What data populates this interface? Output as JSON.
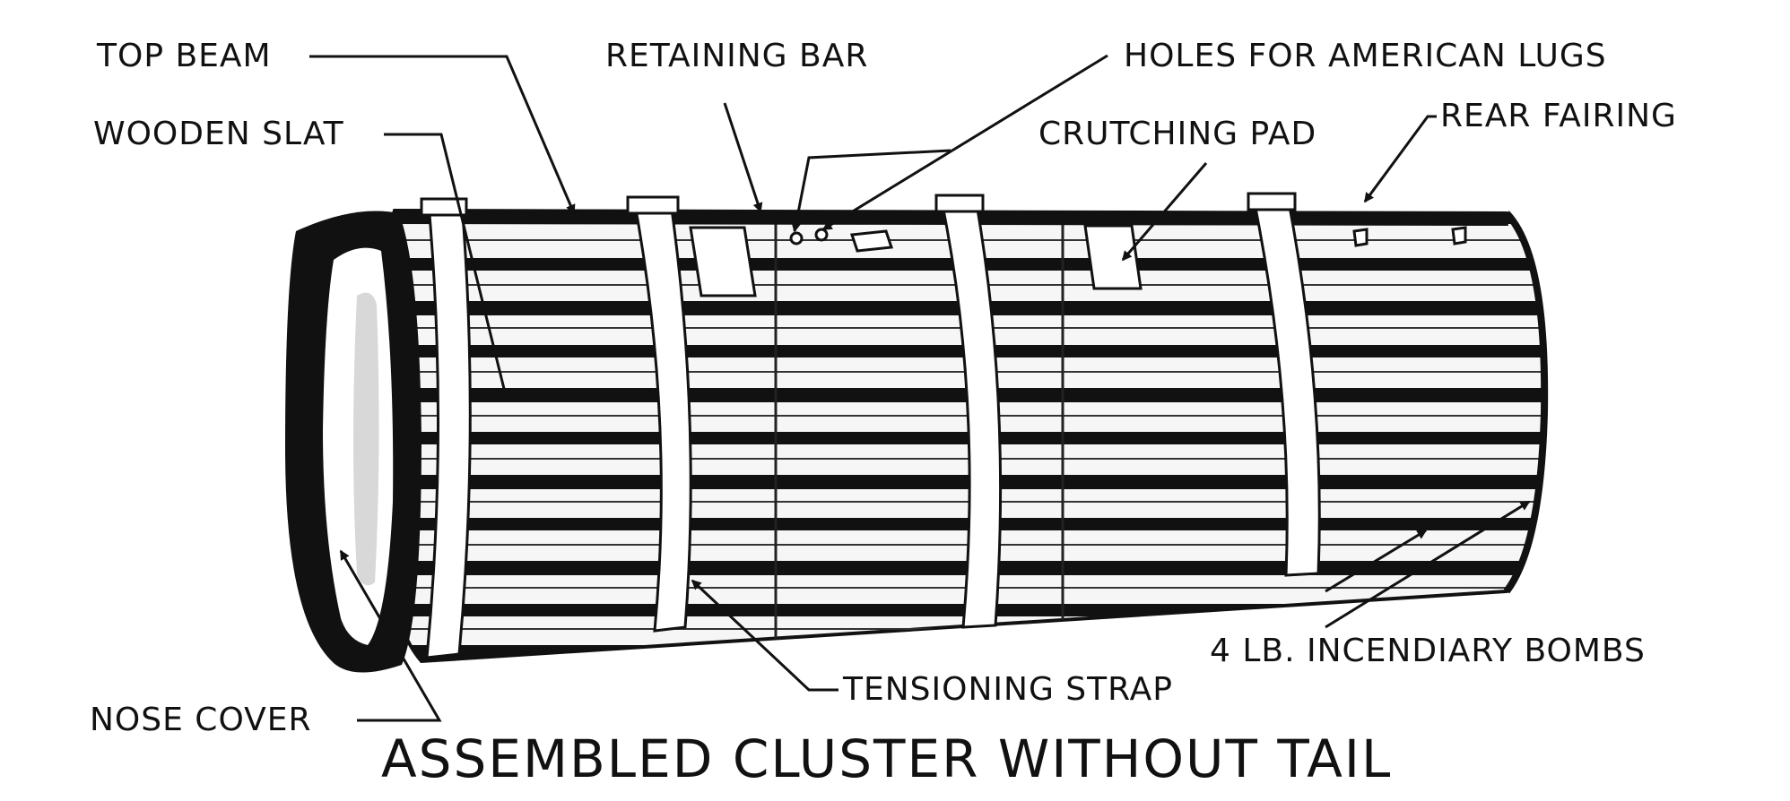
{
  "labels": {
    "top_beam": "TOP BEAM",
    "retaining_bar": "RETAINING BAR",
    "holes_for_american_lugs": "HOLES FOR AMERICAN LUGS",
    "wooden_slat": "WOODEN SLAT",
    "crutching_pad": "CRUTCHING PAD",
    "rear_fairing": "REAR FAIRING",
    "incendiary_bombs": "4 LB. INCENDIARY BOMBS",
    "tensioning_strap": "TENSIONING STRAP",
    "nose_cover": "NOSE COVER"
  },
  "caption": "ASSEMBLED CLUSTER WITHOUT TAIL",
  "colors": {
    "ink": "#111111",
    "paper": "#ffffff"
  }
}
